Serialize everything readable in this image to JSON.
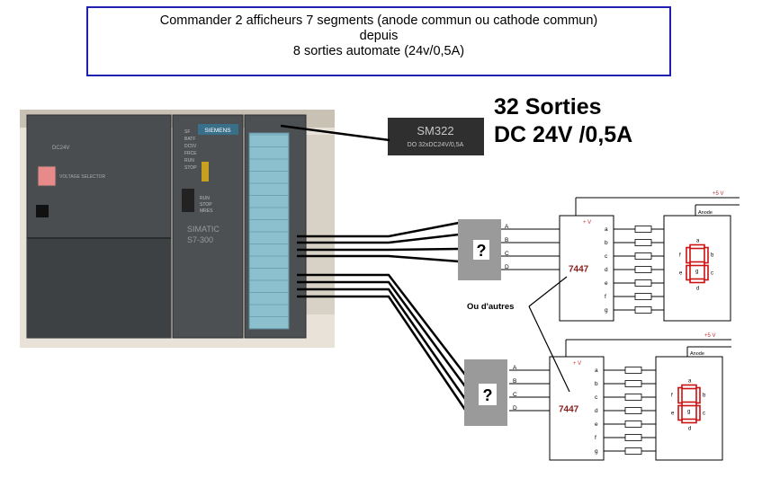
{
  "title": {
    "line1": "Commander 2 afficheurs 7 segments (anode commun ou cathode commun)",
    "line2": "depuis",
    "line3": "8 sorties automate (24v/0,5A)"
  },
  "heading": {
    "line1": "32 Sorties",
    "line2": "DC 24V /0,5A"
  },
  "module_label": {
    "model": "SM322",
    "spec": "DO 32xDC24V/0,5A"
  },
  "plc": {
    "brand": "SIEMENS",
    "name_line1": "SIMATIC",
    "name_line2": "S7-300",
    "power_label": "DC24V",
    "voltage_label": "VOLTAGE SELECTOR",
    "modes": [
      "SF",
      "BATF",
      "DC5V",
      "FRCE",
      "RUN",
      "STOP"
    ],
    "mode_switch": [
      "RUN",
      "STOP",
      "MRES"
    ]
  },
  "unknown_symbol": "?",
  "alt_note": "Ou d'autres",
  "supply": "+5 V",
  "vcc": "+ V",
  "anode": "Anode",
  "decoder": "7447",
  "inputs": [
    "A",
    "B",
    "C",
    "D"
  ],
  "outputs": [
    "a",
    "b",
    "c",
    "d",
    "e",
    "f",
    "g"
  ],
  "display_labels": [
    "a",
    "f",
    "g",
    "b",
    "e",
    "c",
    "d"
  ],
  "colors": {
    "segment": "#cc1111",
    "border": "#2020b0"
  }
}
